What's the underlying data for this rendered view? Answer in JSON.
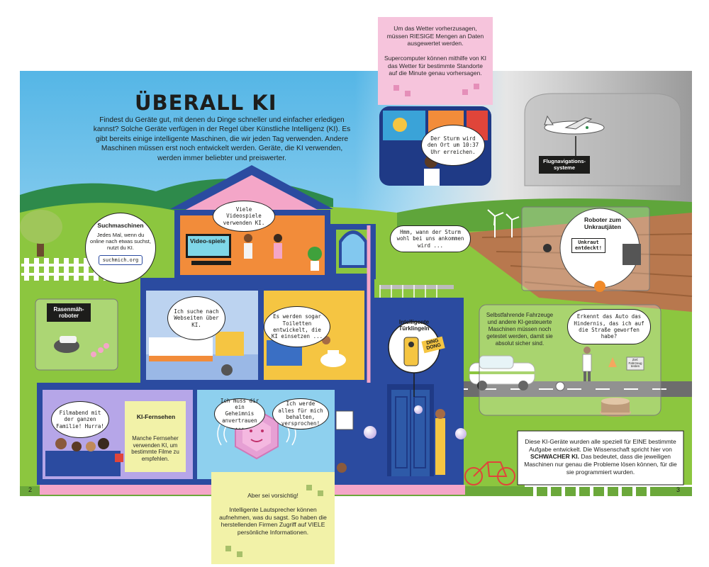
{
  "page": {
    "title": "ÜBERALL KI",
    "intro": "Findest du Geräte gut, mit denen du Dinge schneller und einfacher erledigen kannst? Solche Geräte verfügen in der Regel über Künstliche Intelligenz (KI). Es gibt bereits einige intelligente Maschinen, die wir jeden Tag verwenden. Andere Maschinen müssen erst noch entwickelt werden. Geräte, die KI verwenden, werden immer beliebter und preiswerter.",
    "page_left": "2",
    "page_right": "3"
  },
  "weather": {
    "flap_text_1": "Um das Wetter vorherzusagen, müssen RIESIGE Mengen an Daten ausgewertet werden.",
    "flap_text_2": "Supercomputer können mithilfe von KI das Wetter für bestimmte Standorte auf die Minute genau vorhersagen.",
    "bubble": "Der Sturm wird den Ort um 10:37 Uhr erreichen."
  },
  "flight": {
    "label": "Flugnavigations-systeme"
  },
  "search": {
    "title": "Suchmaschinen",
    "text": "Jedes Mal, wenn du online nach etwas suchst, nutzt du KI.",
    "url": "suchmich.org"
  },
  "mower": {
    "label": "Rasenmäh-roboter"
  },
  "games": {
    "bubble": "Viele Videospiele verwenden KI.",
    "screen": "Video-spiele"
  },
  "bedroom": {
    "bubble": "Ich suche nach Webseiten über KI."
  },
  "bathroom": {
    "bubble": "Es werden sogar Toiletten entwickelt, die KI einsetzen ..."
  },
  "balcony": {
    "bubble": "Hmm, wann der Sturm wohl bei uns ankommen wird ..."
  },
  "weeding": {
    "title": "Roboter zum Unkrautjäten",
    "screen": "Unkraut entdeckt!"
  },
  "doorbell": {
    "title": "Intelligente Türklingeln",
    "sound": "DING DONG"
  },
  "cars": {
    "text": "Selbstfahrende Fahrzeuge und andere KI-gesteuerte Maschinen müssen noch getestet werden, damit sie absolut sicher sind.",
    "bubble": "Erkennt das Auto das Hindernis, das ich auf die Straße geworfen habe?",
    "sign": "Ziel: Fahrzeug testen"
  },
  "weak_ai": {
    "text_before": "Diese KI-Geräte wurden alle speziell für EINE bestimmte Aufgabe entwickelt. Die Wissenschaft spricht hier von ",
    "highlight": "SCHWACHER KI.",
    "text_after": " Das bedeutet, dass die jeweiligen Maschinen nur genau die Probleme lösen können, für die sie programmiert wurden."
  },
  "tv": {
    "bubble": "Filmabend mit der ganzen Familie! Hurra!",
    "title": "KI-Fernsehen",
    "text": "Manche Fernseher verwenden KI, um bestimmte Filme zu empfehlen."
  },
  "speaker": {
    "bubble_left": "Ich muss dir ein Geheimnis anvertrauen ...",
    "bubble_right": "Ich werde alles für mich behalten, versprochen!",
    "flap_heading": "Aber sei vorsichtig!",
    "flap_text": "Intelligente Lautsprecher können aufnehmen, was du sagst. So haben die herstellenden Firmen Zugriff auf VIELE persönliche Informationen."
  },
  "colors": {
    "sky": "#6ec3e8",
    "grass": "#8cc63f",
    "house_blue": "#2b4ba0",
    "pink": "#f4a6c8",
    "flap_yellow": "#f2f2a8",
    "flap_pink": "#f6c4dc",
    "road": "#6d6d6d"
  }
}
